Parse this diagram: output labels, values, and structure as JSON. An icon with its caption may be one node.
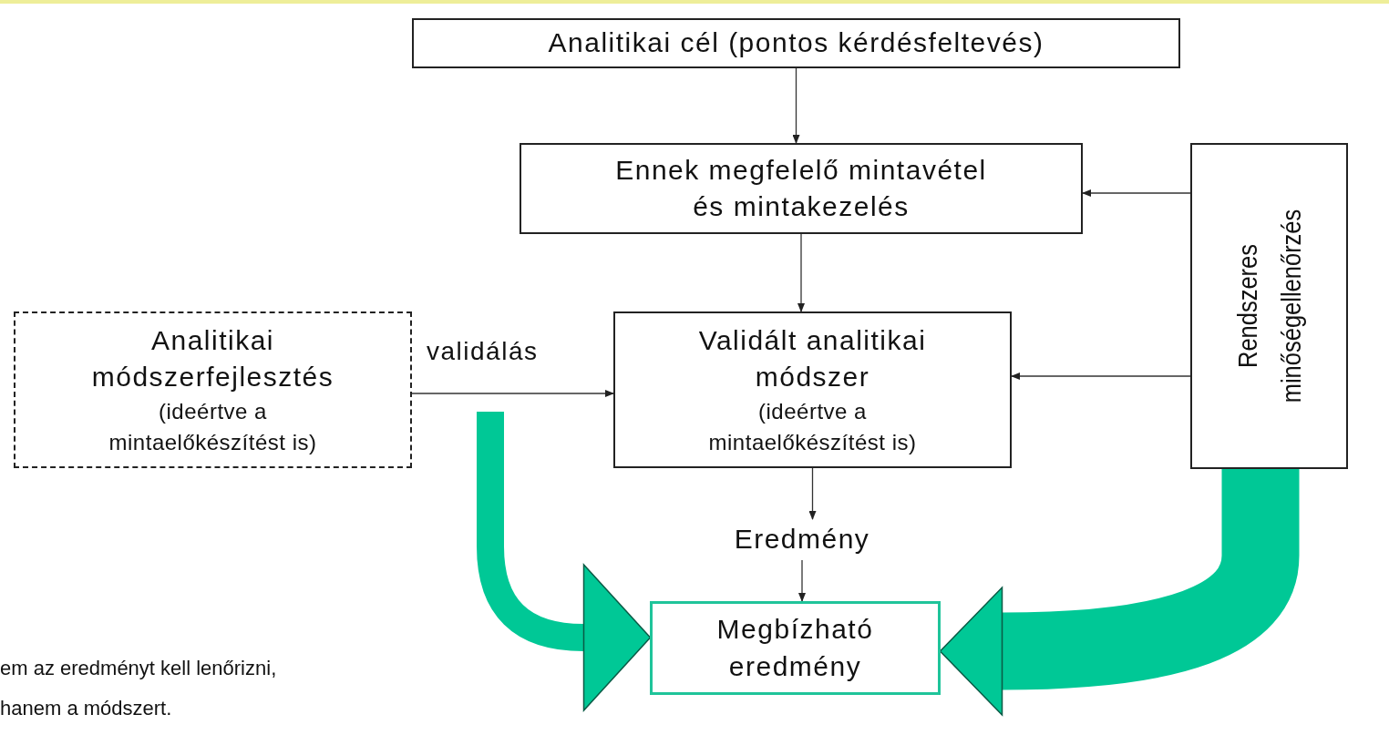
{
  "diagram": {
    "nodes": [
      {
        "text": [
          "Analitikai cél (pontos kérdésfeltevés)"
        ]
      },
      {
        "text": [
          "Ennek megfelelő mintavétel és mintakezelés"
        ]
      },
      {
        "text": [
          "Analitikai módszerfejlesztés",
          "(ideértve a mintaelőkészítést is)"
        ]
      },
      {
        "text": [
          "Validált analitikai módszer",
          "(ideértve a mintaelőkészítést is)"
        ]
      },
      {
        "text": [
          "Rendszeres minőségellenőrzés"
        ]
      },
      {
        "text": [
          "Eredmény"
        ]
      },
      {
        "text": [
          "Megbízható eredmény"
        ]
      }
    ],
    "edges": [
      {
        "from": 0,
        "to": 1,
        "arrow": "to"
      },
      {
        "from": 4,
        "to": 1,
        "arrow": "to"
      },
      {
        "from": 1,
        "to": 3,
        "arrow": "to"
      },
      {
        "from": 2,
        "to": 3,
        "arrow": "to",
        "label": "validálás"
      },
      {
        "from": 4,
        "to": 3,
        "arrow": "to"
      },
      {
        "from": 3,
        "to": 5,
        "arrow": "to"
      },
      {
        "from": 5,
        "to": 6,
        "arrow": "to"
      },
      {
        "from": null,
        "to": 6,
        "arrow": "to",
        "style": "thick",
        "color": "#00c896"
      },
      {
        "from": 4,
        "to": 6,
        "arrow": "to",
        "style": "thick",
        "color": "#00c896"
      }
    ],
    "labels": [
      "em az eredményt kell lenőrizni, hanem a módszert."
    ]
  }
}
